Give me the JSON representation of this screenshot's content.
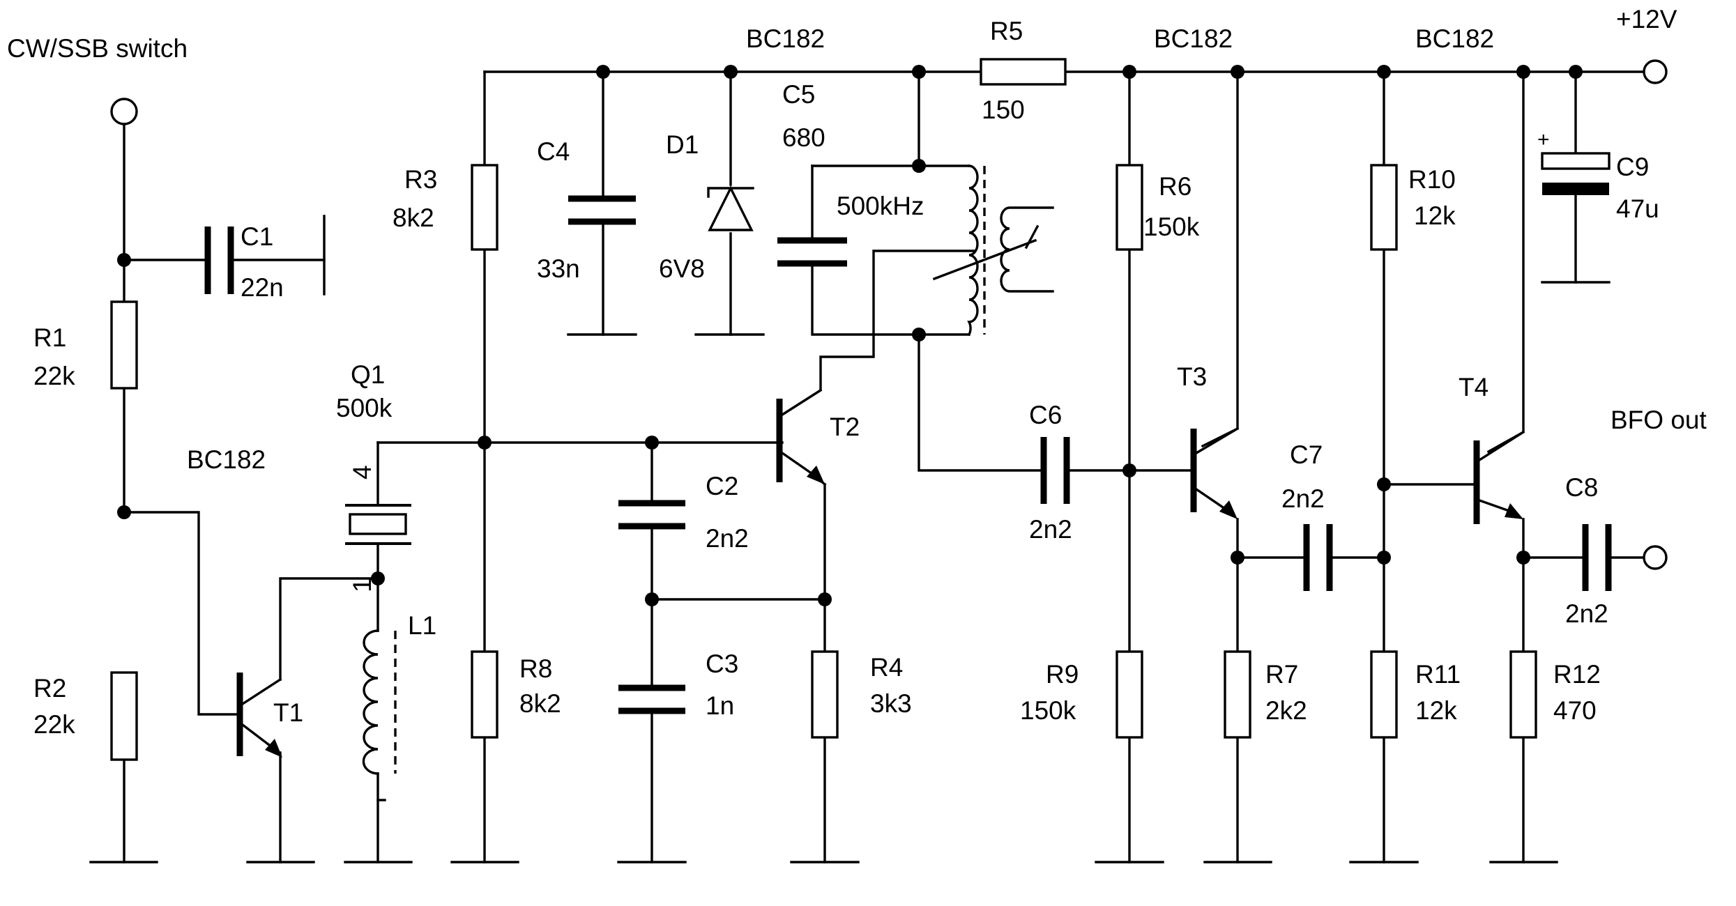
{
  "labels": {
    "cw_ssb_switch": "CW/SSB switch",
    "plus12v": "+12V",
    "bfo_out": "BFO out",
    "r1_name": "R1",
    "r1_val": "22k",
    "r2_name": "R2",
    "r2_val": "22k",
    "c1_name": "C1",
    "c1_val": "22n",
    "t1_name": "T1",
    "t1_type": "BC182",
    "q1_name": "Q1",
    "q1_val": "500k",
    "q1_pin4": "4",
    "q1_pin1": "1",
    "l1_name": "L1",
    "r3_name": "R3",
    "r3_val": "8k2",
    "r8_name": "R8",
    "r8_val": "8k2",
    "c4_name": "C4",
    "c4_val": "33n",
    "d1_name": "D1",
    "d1_val": "6V8",
    "c5_name": "C5",
    "c5_val": "680",
    "t2_type": "BC182",
    "t2_name": "T2",
    "freq": "500kHz",
    "c2_name": "C2",
    "c2_val": "2n2",
    "c3_name": "C3",
    "c3_val": "1n",
    "r4_name": "R4",
    "r4_val": "3k3",
    "r5_name": "R5",
    "r5_val": "150",
    "t3_type": "BC182",
    "t3_name": "T3",
    "r6_name": "R6",
    "r6_val": "150k",
    "r9_name": "R9",
    "r9_val": "150k",
    "c6_name": "C6",
    "c6_val": "2n2",
    "r7_name": "R7",
    "r7_val": "2k2",
    "c7_name": "C7",
    "c7_val": "2n2",
    "t4_type": "BC182",
    "t4_name": "T4",
    "r10_name": "R10",
    "r10_val": "12k",
    "r11_name": "R11",
    "r11_val": "12k",
    "c8_name": "C8",
    "c8_val": "2n2",
    "r12_name": "R12",
    "r12_val": "470",
    "c9_name": "C9",
    "c9_val": "47u",
    "c9_plus": "+"
  }
}
